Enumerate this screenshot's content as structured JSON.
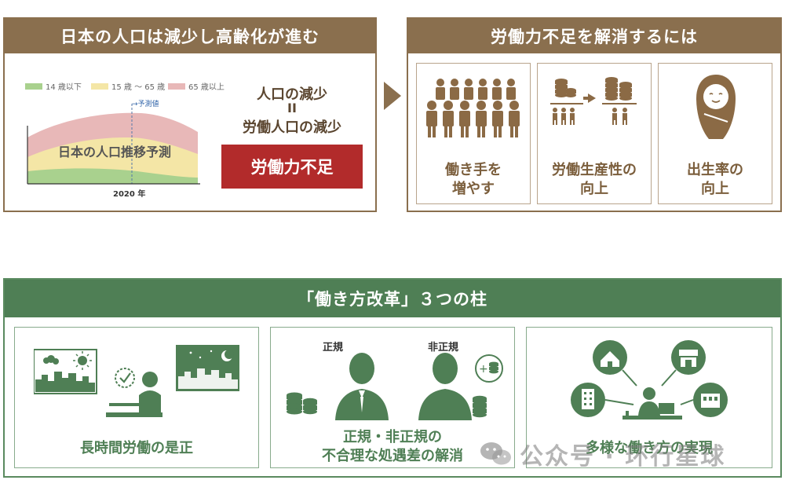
{
  "top_left": {
    "title": "日本の人口は減少し高齢化が進む",
    "legend": [
      {
        "label": "14 歳以下",
        "color": "#a9d18e"
      },
      {
        "label": "15 歳 〜 65 歳",
        "color": "#f4e6a6"
      },
      {
        "label": "65 歳以上",
        "color": "#e8b8b8"
      }
    ],
    "forecast_label": "予測値",
    "chart_caption": "日本の人口推移予測",
    "year_label": "2020 年",
    "line1": "人口の減少",
    "equals": "II",
    "line2": "労働人口の減少",
    "shortage": "労働力不足"
  },
  "top_right": {
    "title": "労働力不足を解消するには",
    "cards": [
      {
        "line1": "働き手を",
        "line2": "増やす"
      },
      {
        "line1": "労働生産性の",
        "line2": "向上"
      },
      {
        "line1": "出生率の",
        "line2": "向上"
      }
    ]
  },
  "bottom": {
    "title": "「働き方改革」３つの柱",
    "cards": [
      {
        "line1": "長時間労働の是正",
        "line2": ""
      },
      {
        "line1": "正規・非正規の",
        "line2": "不合理な処遇差の解消",
        "tag_regular": "正規",
        "tag_nonregular": "非正規"
      },
      {
        "line1": "多様な働き方の実現",
        "line2": ""
      }
    ]
  },
  "watermark": "公众号 · 环行星球",
  "colors": {
    "brown": "#8a6f4e",
    "green": "#4f7f55",
    "red": "#b22b2b",
    "icon_brown": "#8b6a45",
    "icon_green": "#4f7f55"
  }
}
